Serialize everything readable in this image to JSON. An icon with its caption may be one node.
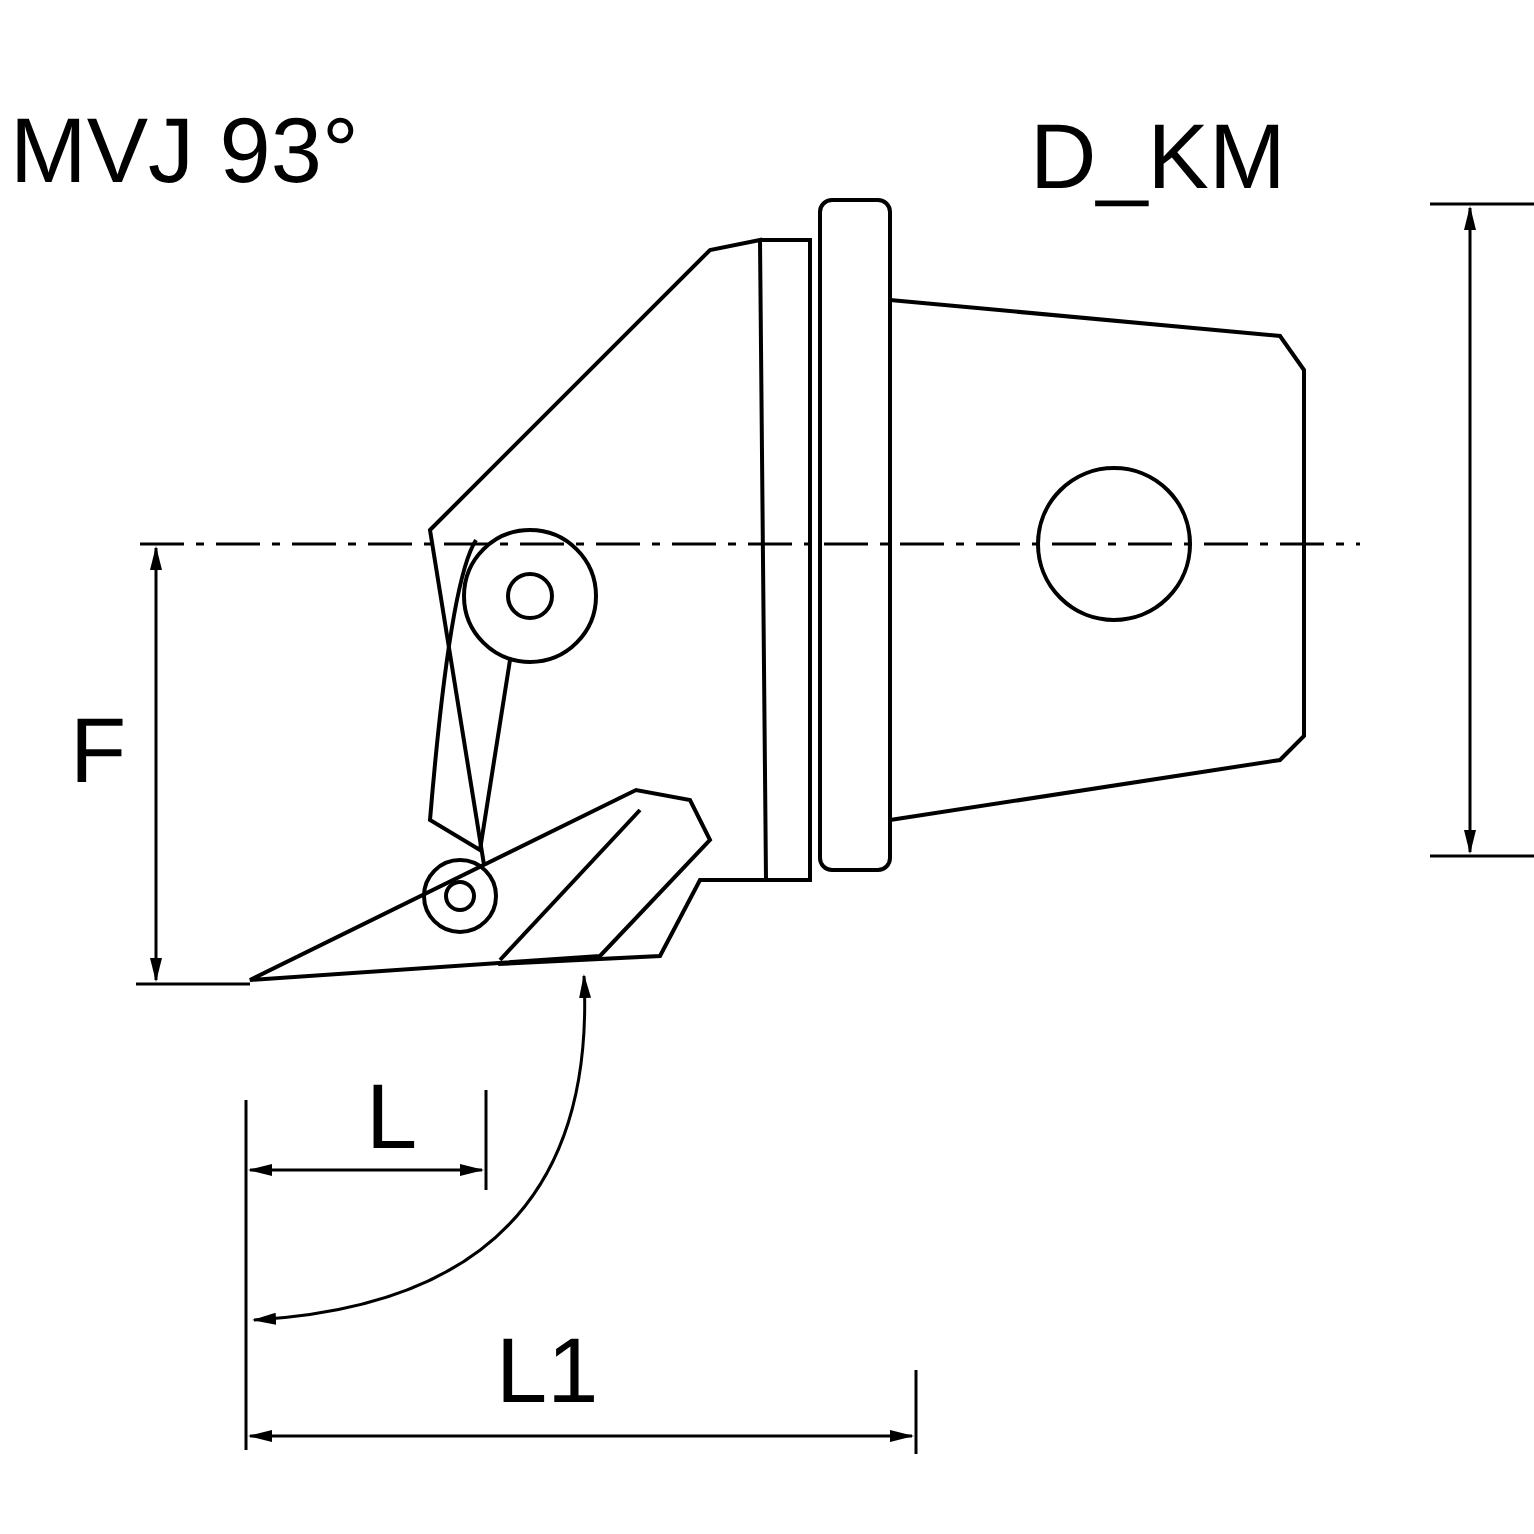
{
  "diagram": {
    "title": "MVJ 93°",
    "labels": [
      "D_KM",
      "F",
      "L",
      "L1"
    ]
  }
}
